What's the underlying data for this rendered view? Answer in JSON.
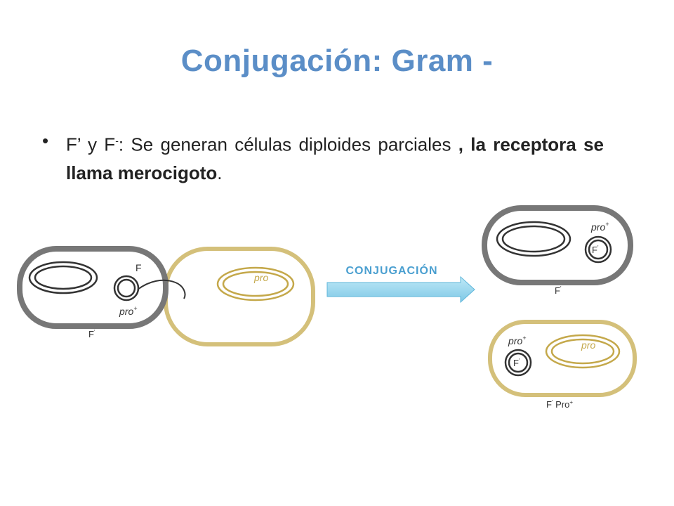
{
  "title": "Conjugación: Gram -",
  "bullet": {
    "symbol": "•",
    "p1": "F’ y F",
    "p1_sup": "-",
    "p2": ": Se generan células diploides parciales ",
    "p3": ", la receptora se llama merocigoto",
    "p4": "."
  },
  "diagram": {
    "arrow_label": "CONJUGACIÓN",
    "donor_plasmid_label": "F",
    "donor_gene_label": "pro",
    "donor_gene_sup": "+",
    "donor_cell_label": "F",
    "donor_cell_sup": "'",
    "recipient_gene_label": "pro",
    "out1_gene_label": "pro",
    "out1_gene_sup": "+",
    "out1_plasmid_label": "F",
    "out1_plasmid_sup": "'",
    "out1_cell_label": "F",
    "out1_cell_sup": "'",
    "out2_gene_label": "pro",
    "out2_gene_sup": "+",
    "out2_plasmid_label": "F",
    "out2_plasmid_sup": "'",
    "out2_chrom_gene_label": "pro",
    "out2_cell_label": "F",
    "out2_cell_sup": "'",
    "out2_cell_suffix": " Pro",
    "out2_cell_suffix_sup": "+",
    "colors": {
      "donor": "#7a7a7a",
      "recipient": "#d4c07a",
      "gene_text": "#c4a84a",
      "arrow_label": "#4a9fd0"
    }
  }
}
